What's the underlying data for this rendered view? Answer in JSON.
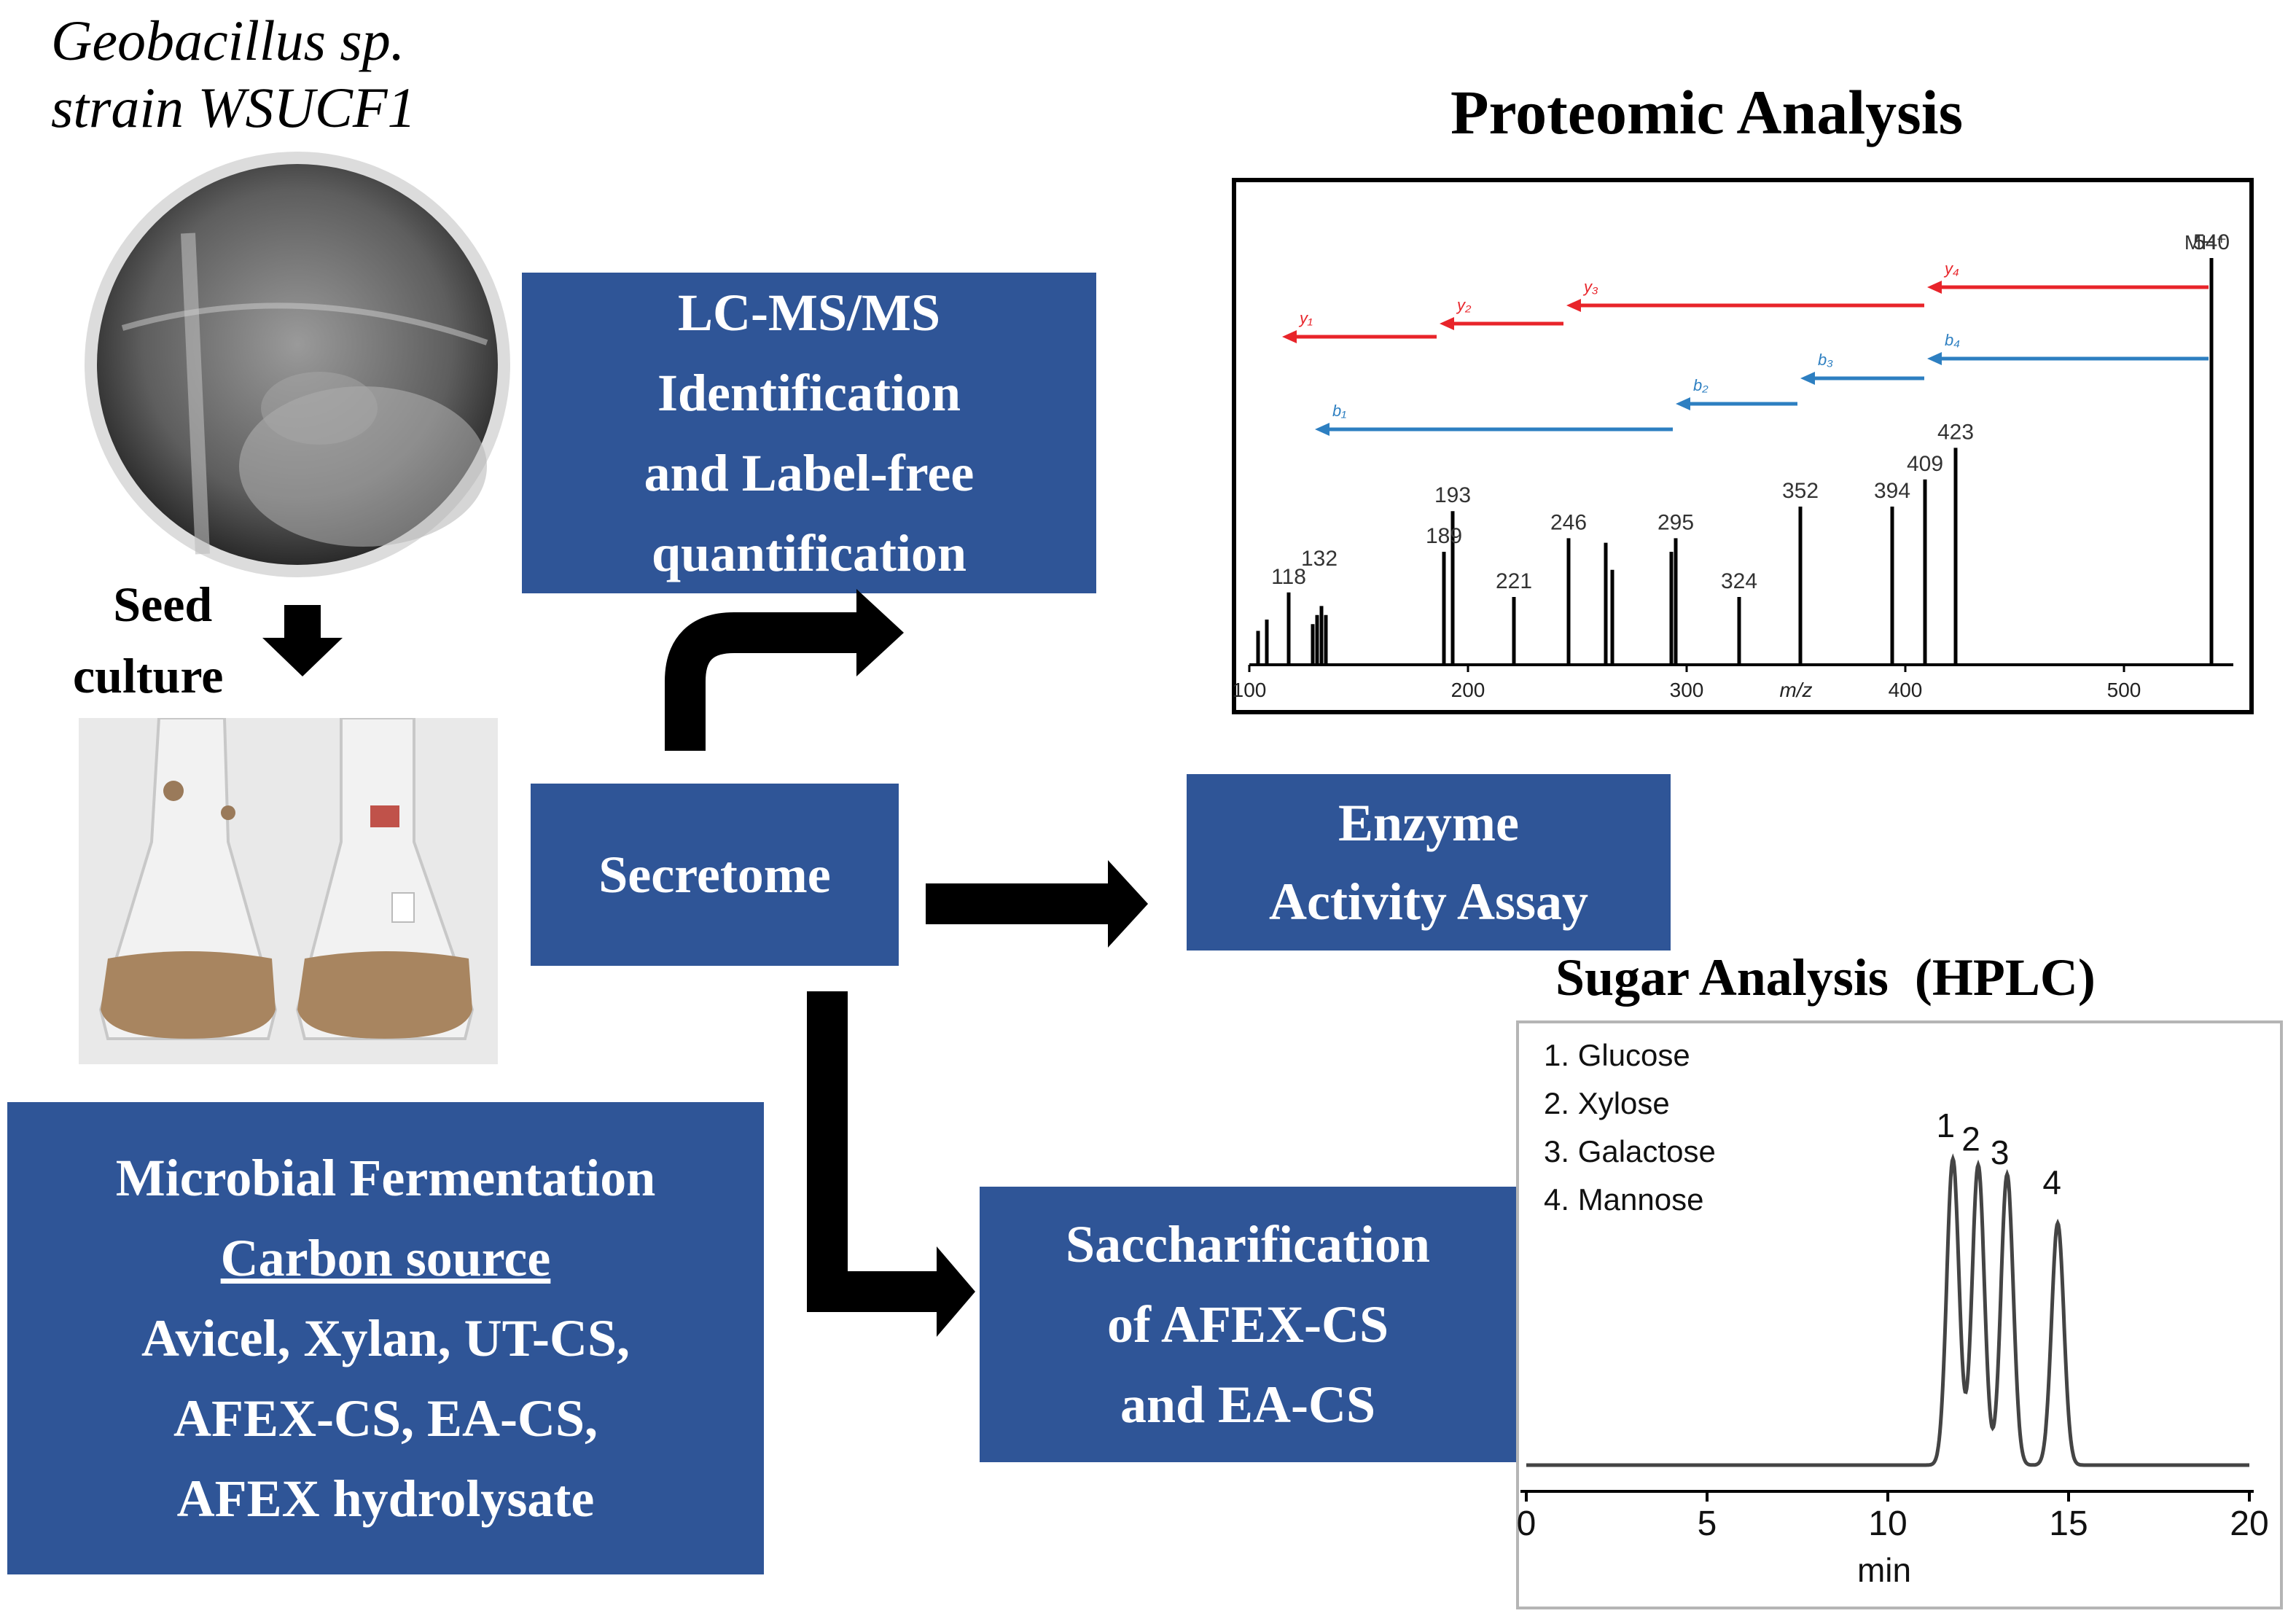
{
  "organism": {
    "line1": "Geobacillus sp.",
    "line2": "strain WSUCF1"
  },
  "seed_label": {
    "line1": "Seed",
    "line2": "culture"
  },
  "boxes": {
    "lcms": [
      "LC-MS/MS",
      "Identification",
      "and Label-free",
      "quantification"
    ],
    "secretome": [
      "Secretome"
    ],
    "enzyme": [
      "Enzyme",
      "Activity Assay"
    ],
    "saccharification": [
      "Saccharification",
      "of AFEX-CS",
      "and EA-CS"
    ],
    "fermentation": {
      "line1": "Microbial Fermentation",
      "heading": "Carbon source",
      "items": [
        "Avicel, Xylan, UT-CS,",
        "AFEX-CS, EA-CS,",
        "AFEX hydrolysate"
      ]
    }
  },
  "proteomic": {
    "title": "Proteomic Analysis",
    "xlabel": "m/z",
    "xticks": [
      "100",
      "200",
      "300",
      "400",
      "500"
    ],
    "peak_labels": [
      {
        "mz": 118,
        "text": "118"
      },
      {
        "mz": 132,
        "text": "132"
      },
      {
        "mz": 189,
        "text": "189"
      },
      {
        "mz": 193,
        "text": "193"
      },
      {
        "mz": 221,
        "text": "221"
      },
      {
        "mz": 246,
        "text": "246"
      },
      {
        "mz": 295,
        "text": "295"
      },
      {
        "mz": 324,
        "text": "324"
      },
      {
        "mz": 352,
        "text": "352"
      },
      {
        "mz": 394,
        "text": "394"
      },
      {
        "mz": 409,
        "text": "409"
      },
      {
        "mz": 423,
        "text": "423"
      },
      {
        "mz": 540,
        "text": "540"
      }
    ],
    "precursor_label": "MH⁺",
    "y_ions": [
      "y₁",
      "y₂",
      "y₃",
      "y₄"
    ],
    "b_ions": [
      "b₁",
      "b₂",
      "b₃",
      "b₄"
    ]
  },
  "chart_data": [
    {
      "type": "bar",
      "title": "Proteomic Analysis",
      "xlabel": "m/z",
      "xlim": [
        100,
        550
      ],
      "x": [
        104,
        108,
        118,
        129,
        131,
        133,
        135,
        189,
        193,
        221,
        246,
        263,
        266,
        293,
        295,
        324,
        352,
        394,
        409,
        423,
        540
      ],
      "values": [
        15,
        20,
        32,
        18,
        22,
        26,
        22,
        50,
        68,
        30,
        56,
        54,
        42,
        50,
        56,
        30,
        70,
        70,
        82,
        96,
        180
      ]
    },
    {
      "type": "line",
      "title": "Sugar Analysis  (HPLC)",
      "xlabel": "min",
      "xlim": [
        0,
        20
      ],
      "xticks": [
        0,
        5,
        10,
        15,
        20
      ],
      "legend": [
        "1. Glucose",
        "2. Xylose",
        "3. Galactose",
        "4. Mannose"
      ],
      "peaks": [
        {
          "label": "1",
          "x": 11.8,
          "height": 1.0
        },
        {
          "label": "2",
          "x": 12.5,
          "height": 0.98
        },
        {
          "label": "3",
          "x": 13.3,
          "height": 0.95
        },
        {
          "label": "4",
          "x": 14.7,
          "height": 0.79
        }
      ]
    }
  ],
  "colors": {
    "box": "#2f5597",
    "y_ion": "#e8242a",
    "b_ion": "#2d7fc1"
  }
}
